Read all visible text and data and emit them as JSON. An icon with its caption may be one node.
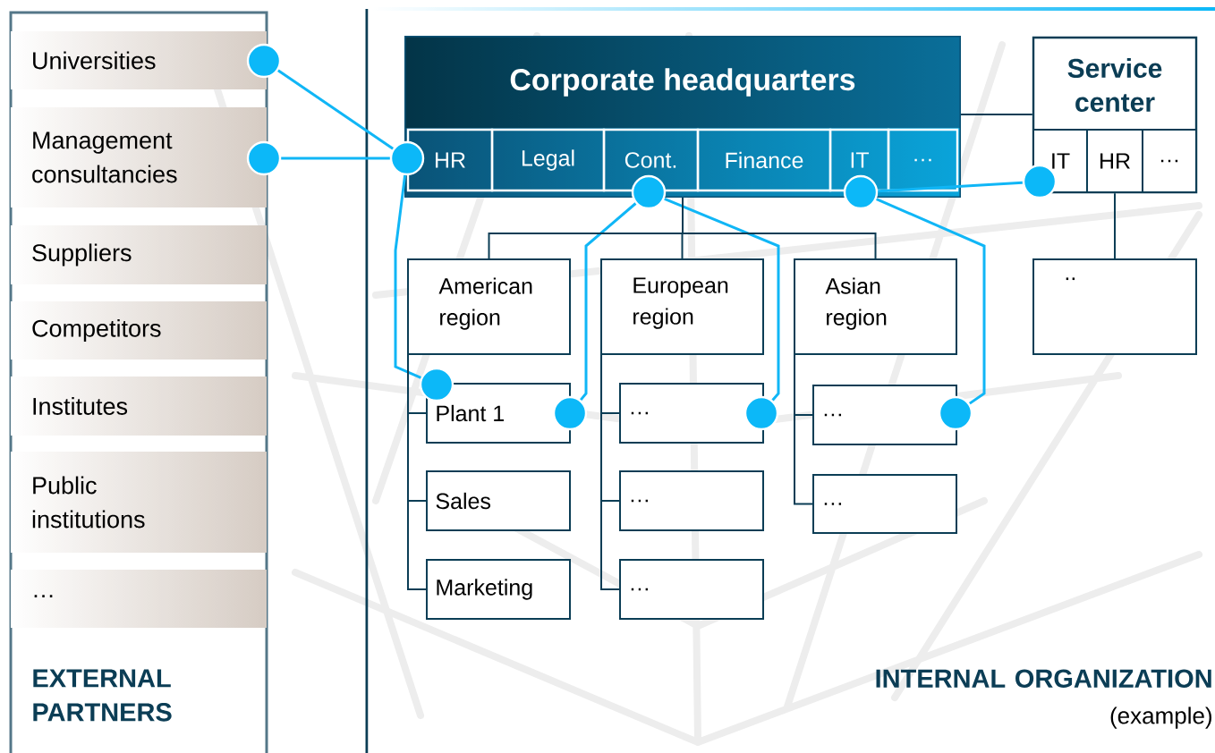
{
  "diagram": {
    "nodes": [
      {
        "text": [
          "Universities"
        ]
      },
      {
        "text": [
          "Management consultancies"
        ]
      },
      {
        "text": [
          "Suppliers"
        ]
      },
      {
        "text": [
          "Competitors"
        ]
      },
      {
        "text": [
          "Institutes"
        ]
      },
      {
        "text": [
          "Public institutions"
        ]
      },
      {
        "text": [
          "…"
        ]
      },
      {
        "text": [
          "Corporate headquarters"
        ]
      },
      {
        "text": [
          "HR"
        ],
        "in": 7
      },
      {
        "text": [
          "Legal"
        ],
        "in": 7
      },
      {
        "text": [
          "Cont."
        ],
        "in": 7
      },
      {
        "text": [
          "Finance"
        ],
        "in": 7
      },
      {
        "text": [
          "IT"
        ],
        "in": 7
      },
      {
        "text": [
          "…"
        ],
        "in": 7
      },
      {
        "text": [
          "Service center"
        ]
      },
      {
        "text": [
          "IT"
        ],
        "in": 14
      },
      {
        "text": [
          "HR"
        ],
        "in": 14
      },
      {
        "text": [
          "…"
        ],
        "in": 14
      },
      {
        "text": [
          "American region"
        ]
      },
      {
        "text": [
          "European region"
        ]
      },
      {
        "text": [
          "Asian region"
        ]
      },
      {
        "text": [
          ".."
        ]
      },
      {
        "text": [
          "Plant 1"
        ]
      },
      {
        "text": [
          "Sales"
        ]
      },
      {
        "text": [
          "Marketing"
        ]
      },
      {
        "text": [
          "…"
        ]
      },
      {
        "text": [
          "…"
        ]
      },
      {
        "text": [
          "…"
        ]
      },
      {
        "text": [
          "…"
        ]
      },
      {
        "text": [
          "…"
        ]
      },
      {
        "text": [],
        "shape": "circle"
      },
      {
        "text": [],
        "shape": "circle"
      },
      {
        "text": [],
        "shape": "circle"
      },
      {
        "text": [],
        "shape": "circle"
      },
      {
        "text": [],
        "shape": "circle"
      },
      {
        "text": [],
        "shape": "circle"
      },
      {
        "text": [],
        "shape": "circle"
      },
      {
        "text": [],
        "shape": "circle"
      },
      {
        "text": [],
        "shape": "circle"
      },
      {
        "text": [],
        "shape": "circle"
      }
    ],
    "edges": [
      {
        "from": 30,
        "to": 32,
        "arrow": "none",
        "color": "#10b6f6"
      },
      {
        "from": 31,
        "to": 32,
        "arrow": "none",
        "color": "#10b6f6"
      },
      {
        "from": 32,
        "to": 36,
        "arrow": "none",
        "color": "#10b6f6"
      },
      {
        "from": 33,
        "to": 37,
        "arrow": "none",
        "color": "#10b6f6"
      },
      {
        "from": 33,
        "to": 38,
        "arrow": "none",
        "color": "#10b6f6"
      },
      {
        "from": 34,
        "to": 39,
        "arrow": "none",
        "color": "#10b6f6"
      },
      {
        "from": 34,
        "to": 35,
        "arrow": "none",
        "color": "#10b6f6"
      },
      {
        "from": 7,
        "to": 18,
        "arrow": "none"
      },
      {
        "from": 7,
        "to": 19,
        "arrow": "none"
      },
      {
        "from": 7,
        "to": 20,
        "arrow": "none"
      },
      {
        "from": 7,
        "to": 14,
        "arrow": "none"
      },
      {
        "from": 14,
        "to": 21,
        "arrow": "none"
      },
      {
        "from": 18,
        "to": 22,
        "arrow": "none"
      },
      {
        "from": 18,
        "to": 23,
        "arrow": "none"
      },
      {
        "from": 18,
        "to": 24,
        "arrow": "none"
      },
      {
        "from": 19,
        "to": 25,
        "arrow": "none"
      },
      {
        "from": 19,
        "to": 26,
        "arrow": "none"
      },
      {
        "from": 19,
        "to": 27,
        "arrow": "none"
      },
      {
        "from": 20,
        "to": 28,
        "arrow": "none"
      },
      {
        "from": 20,
        "to": 29,
        "arrow": "none"
      }
    ],
    "labels": [
      "EXTERNAL PARTNERS",
      "INTERNAL ORGANIZATION",
      "(example)"
    ]
  }
}
